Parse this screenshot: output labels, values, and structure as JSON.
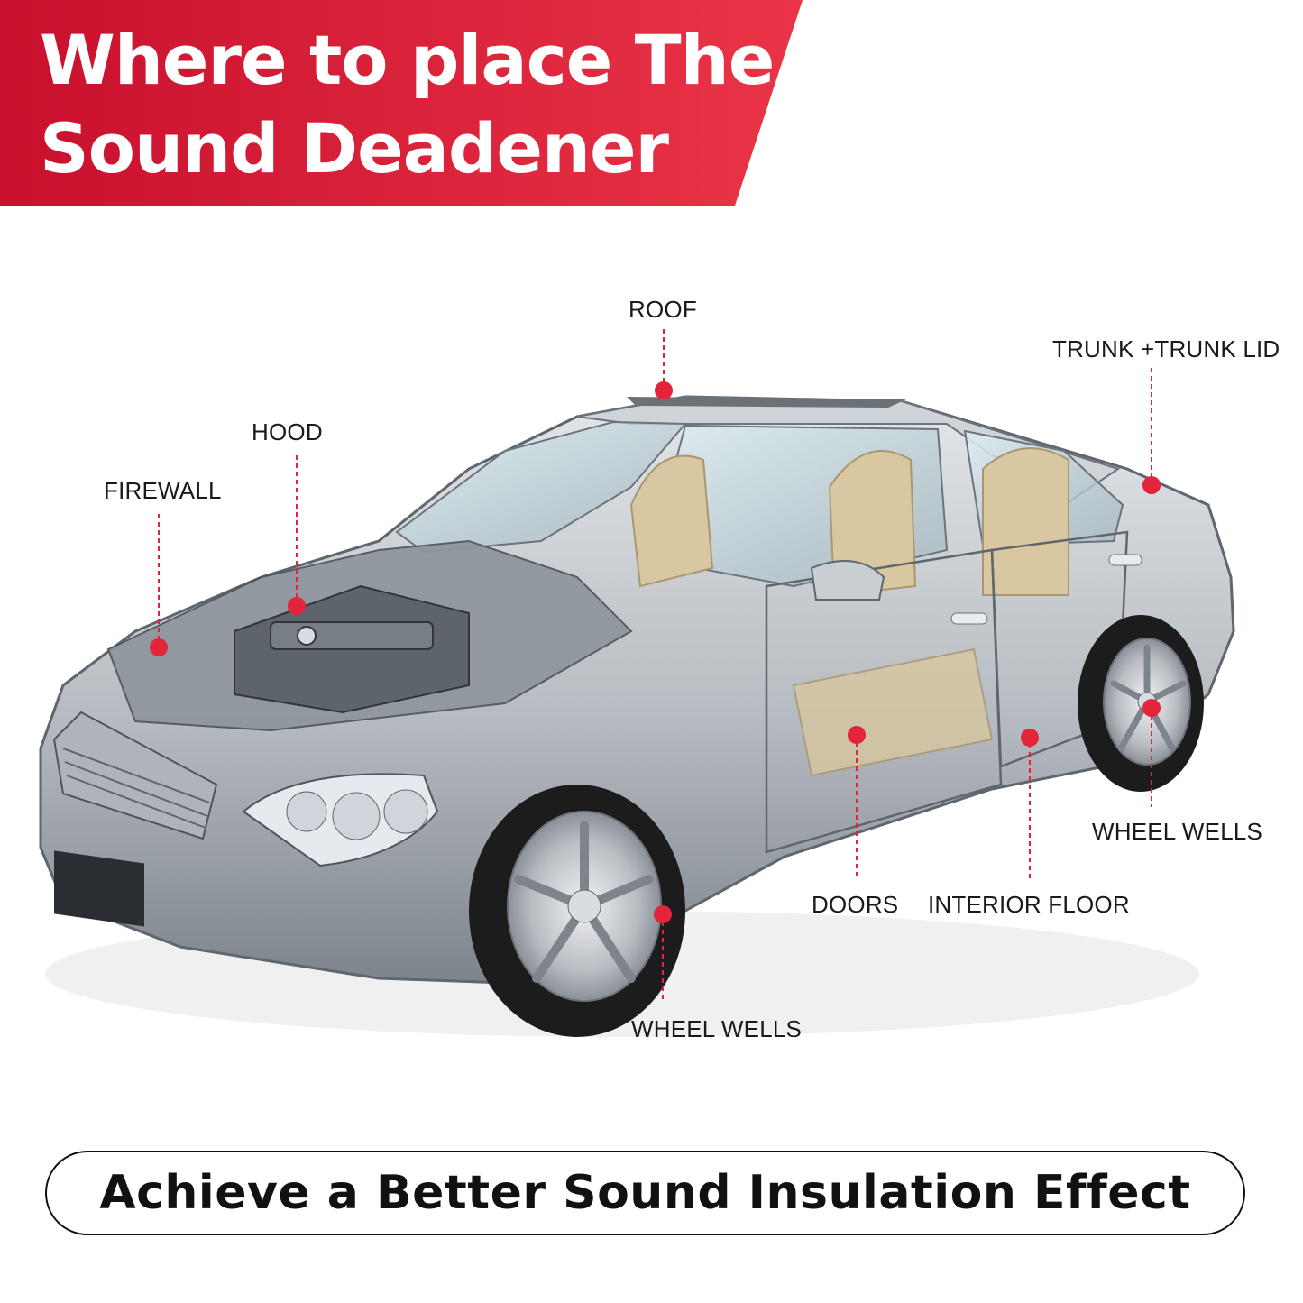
{
  "header": {
    "title_line1": "Where to place The",
    "title_line2": "Sound Deadener",
    "color_start": "#c8102e",
    "color_end": "#ea3446"
  },
  "callouts": {
    "roof": "ROOF",
    "trunk": "TRUNK +TRUNK LID",
    "hood": "HOOD",
    "firewall": "FIREWALL",
    "wheel_wells_rear": "WHEEL WELLS",
    "doors": "DOORS",
    "interior_floor": "INTERIOR FLOOR",
    "wheel_wells_front": "WHEEL WELLS"
  },
  "marker_color": "#e3243a",
  "car": {
    "body_color": "#b9bec4",
    "interior_color": "#d8c7a0",
    "tire_color": "#1c1c1c"
  },
  "footer": {
    "tagline": "Achieve a Better Sound Insulation Effect"
  }
}
